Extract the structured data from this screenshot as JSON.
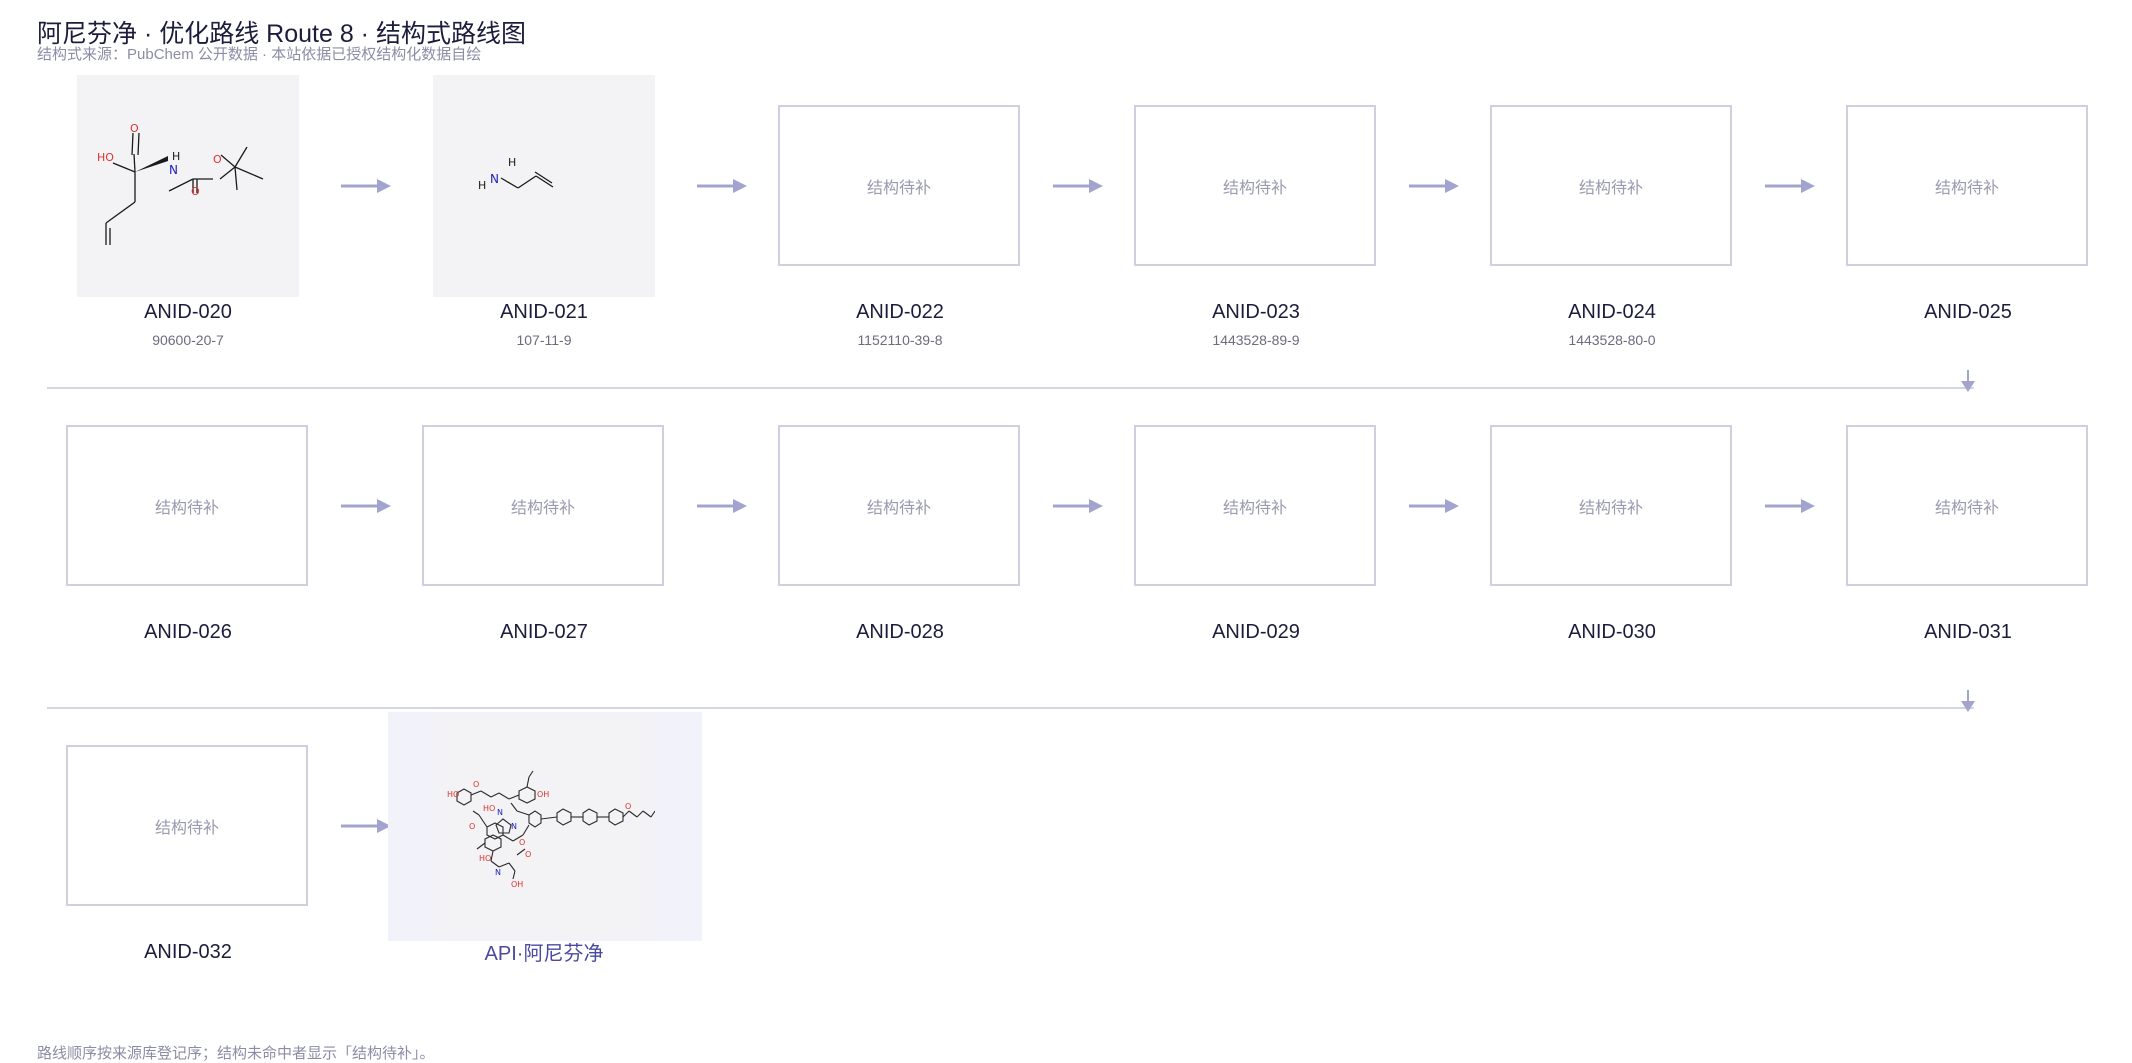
{
  "header": {
    "title": "阿尼芬净 · 优化路线 Route 8 · 结构式路线图",
    "subtitle": "结构式来源：PubChem 公开数据 · 本站依据已授权结构化数据自绘"
  },
  "placeholder_text": "结构待补",
  "nodes": [
    {
      "label": "ANID-020",
      "cas": "90600-20-7"
    },
    {
      "label": "ANID-021",
      "cas": "107-11-9"
    },
    {
      "label": "ANID-022",
      "cas": "1152110-39-8"
    },
    {
      "label": "ANID-023",
      "cas": "1443528-89-9"
    },
    {
      "label": "ANID-024",
      "cas": "1443528-80-0"
    },
    {
      "label": "ANID-025",
      "cas": ""
    },
    {
      "label": "ANID-026",
      "cas": ""
    },
    {
      "label": "ANID-027",
      "cas": ""
    },
    {
      "label": "ANID-028",
      "cas": ""
    },
    {
      "label": "ANID-029",
      "cas": ""
    },
    {
      "label": "ANID-030",
      "cas": ""
    },
    {
      "label": "ANID-031",
      "cas": ""
    },
    {
      "label": "ANID-032",
      "cas": ""
    }
  ],
  "api": {
    "label": "API·阿尼芬净"
  },
  "structure_labels": {
    "ho": "HO",
    "o": "O",
    "h": "H",
    "n": "N",
    "oh": "OH"
  },
  "footnote": "路线顺序按来源库登记序；结构未命中者显示「结构待补」。",
  "colors": {
    "arrow": "#a3a3d0",
    "placeholder_border": "#cfcfe0",
    "image_bg": "#f3f3f5",
    "api_panel_bg": "#f2f2fa",
    "atom_oxygen": "#e03030",
    "atom_nitrogen": "#2020c0"
  }
}
